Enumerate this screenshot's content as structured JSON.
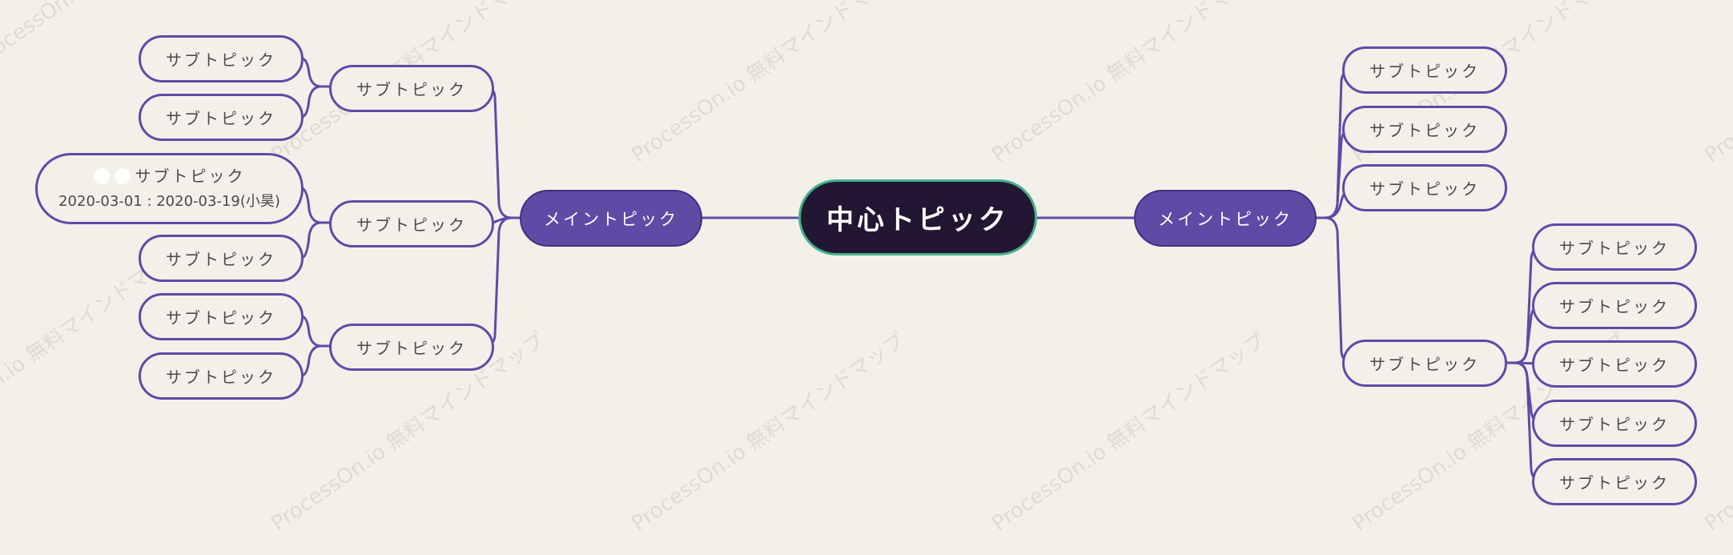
{
  "watermark_text": "ProcessOn.io 無料マインドマップ",
  "center": {
    "label": "中心トピック"
  },
  "left_main": {
    "label": "メイントピック"
  },
  "right_main": {
    "label": "メイントピック"
  },
  "left_subs": [
    {
      "label": "サブトピック",
      "children": [
        {
          "label": "サブトピック"
        },
        {
          "label": "サブトピック"
        }
      ]
    },
    {
      "label": "サブトピック",
      "children": [
        {
          "label": "サブトピック",
          "date": "2020-03-01 : 2020-03-19(小昊)"
        },
        {
          "label": "サブトピック"
        }
      ]
    },
    {
      "label": "サブトピック",
      "children": [
        {
          "label": "サブトピック"
        },
        {
          "label": "サブトピック"
        }
      ]
    }
  ],
  "right_subs": [
    {
      "label": "サブトピック"
    },
    {
      "label": "サブトピック"
    },
    {
      "label": "サブトピック"
    },
    {
      "label": "サブトピック",
      "children": [
        {
          "label": "サブトピック"
        },
        {
          "label": "サブトピック"
        },
        {
          "label": "サブトピック"
        },
        {
          "label": "サブトピック"
        },
        {
          "label": "サブトピック"
        }
      ]
    }
  ],
  "colors": {
    "background": "#f3f0ea",
    "center_fill": "#231633",
    "center_border": "#41b08a",
    "main_fill": "#5d4ba6",
    "line": "#5d4ba6",
    "sub_text": "#4a4a4a"
  }
}
